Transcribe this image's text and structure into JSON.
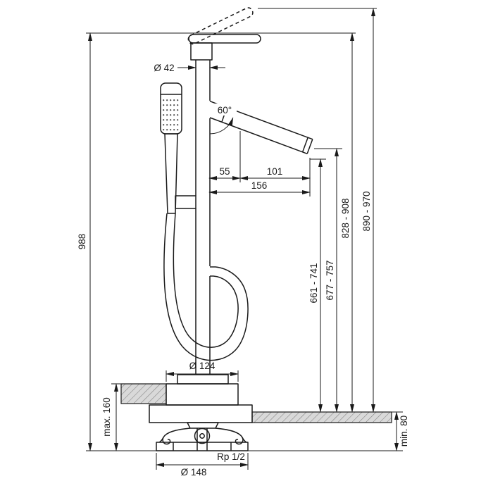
{
  "drawing": {
    "dimensions": {
      "overall_height": "988",
      "riser_diameter": "Ø 42",
      "spout_angle": "60°",
      "spout_offset": "55",
      "spout_reach": "101",
      "total_projection": "156",
      "outlet_height_range_low": "661 - 741",
      "outlet_height_range_high": "677 - 757",
      "body_height_range": "828 - 908",
      "handle_height_range": "890 - 970",
      "escutcheon_diameter": "Ø 124",
      "floor_buildup_max": "max. 160",
      "floor_buildup_min": "min. 80",
      "base_plate_diameter": "Ø 148",
      "connection_thread": "Rp 1/2"
    },
    "colors": {
      "line": "#1a1a1a",
      "floor_fill": "#d9d9d9",
      "hatch_line": "#808080",
      "background": "#ffffff"
    }
  }
}
